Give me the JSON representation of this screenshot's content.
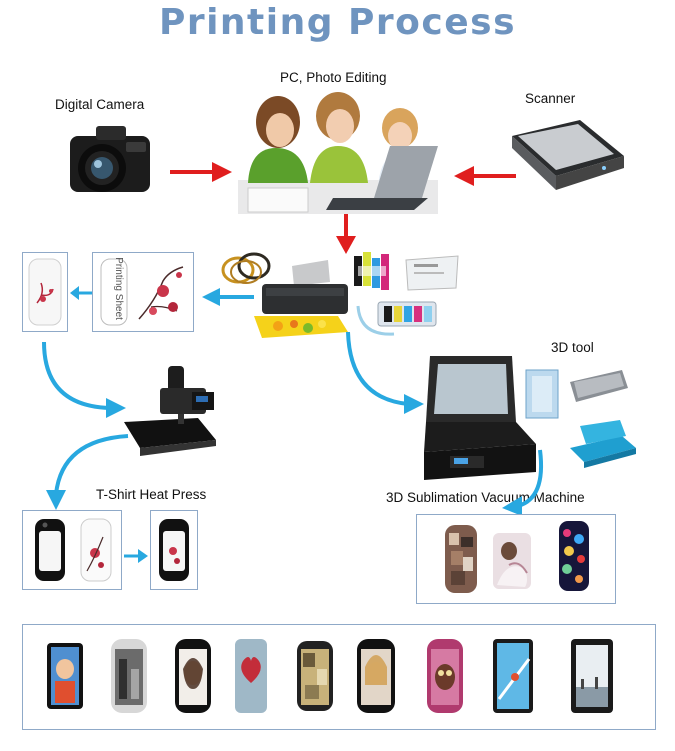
{
  "title": "Printing Process",
  "labels": {
    "pc_editing": "PC, Photo Editing",
    "digital_camera": "Digital Camera",
    "scanner": "Scanner",
    "printing_sheet": "Printing Sheet",
    "tool_3d": "3D tool",
    "tshirt_press": "T-Shirt Heat Press",
    "vacuum_machine": "3D Sublimation Vacuum Machine"
  },
  "colors": {
    "title": "#6f94bf",
    "red_arrow": "#e01e1e",
    "blue_arrow": "#28a8e0",
    "frame": "#8fa9c8"
  },
  "showcase": {
    "items": [
      "case-boy",
      "case-city",
      "case-woman",
      "case-heart",
      "case-collage",
      "case-portrait",
      "case-owl",
      "case-skier",
      "case-landscape"
    ]
  }
}
